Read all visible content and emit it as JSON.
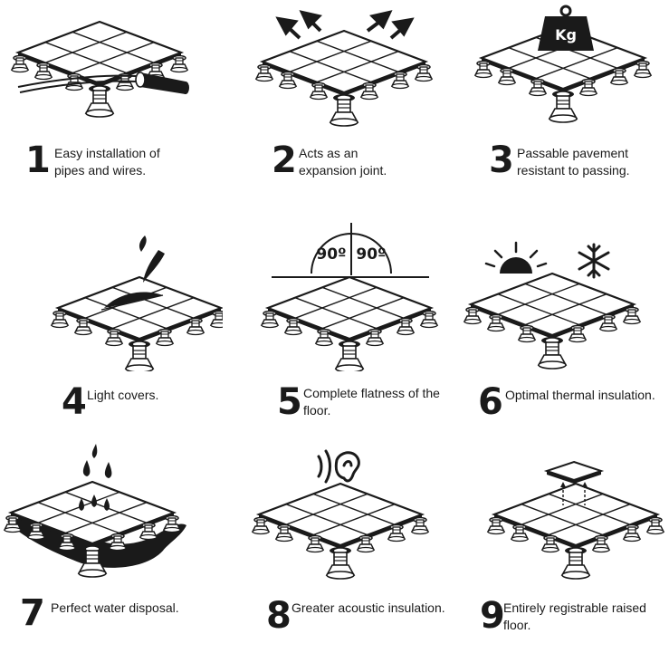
{
  "features": [
    {
      "number": "1",
      "caption": "Easy installation of pipes and wires."
    },
    {
      "number": "2",
      "caption": "Acts as an expansion joint."
    },
    {
      "number": "3",
      "caption": "Passable pavement resistant to passing."
    },
    {
      "number": "4",
      "caption": "Light covers."
    },
    {
      "number": "5",
      "caption": "Complete flatness of the floor."
    },
    {
      "number": "6",
      "caption": "Optimal thermal insulation."
    },
    {
      "number": "7",
      "caption": "Perfect water disposal."
    },
    {
      "number": "8",
      "caption": "Greater acoustic insulation."
    },
    {
      "number": "9",
      "caption": "Entirely registrable raised floor."
    }
  ],
  "labels": {
    "weight": "Kg",
    "angle_left": "90º",
    "angle_right": "90º"
  },
  "colors": {
    "ink": "#1a1a1a",
    "paper": "#ffffff"
  }
}
